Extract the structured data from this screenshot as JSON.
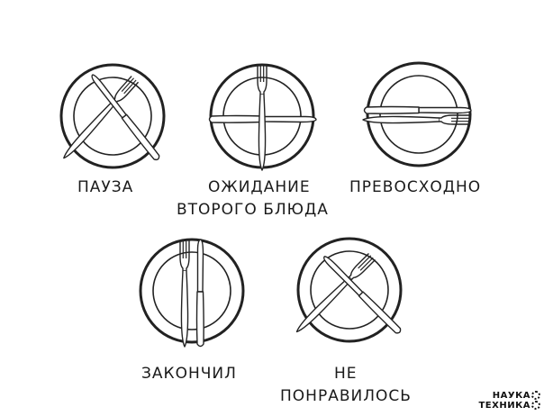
{
  "labels": {
    "pause": "ПАУЗА",
    "waiting_line1": "ОЖИДАНИЕ",
    "waiting_line2": "ВТОРОГО  БЛЮДА",
    "excellent": "ПРЕВОСХОДНО",
    "finished": "ЗАКОНЧИЛ",
    "disliked_line1": "НЕ",
    "disliked_line2": "ПОНРАВИЛОСЬ"
  },
  "logo": {
    "line1": "НАУКА",
    "line2": "ТЕХНИКА"
  },
  "colors": {
    "stroke": "#222222",
    "background": "#ffffff"
  }
}
